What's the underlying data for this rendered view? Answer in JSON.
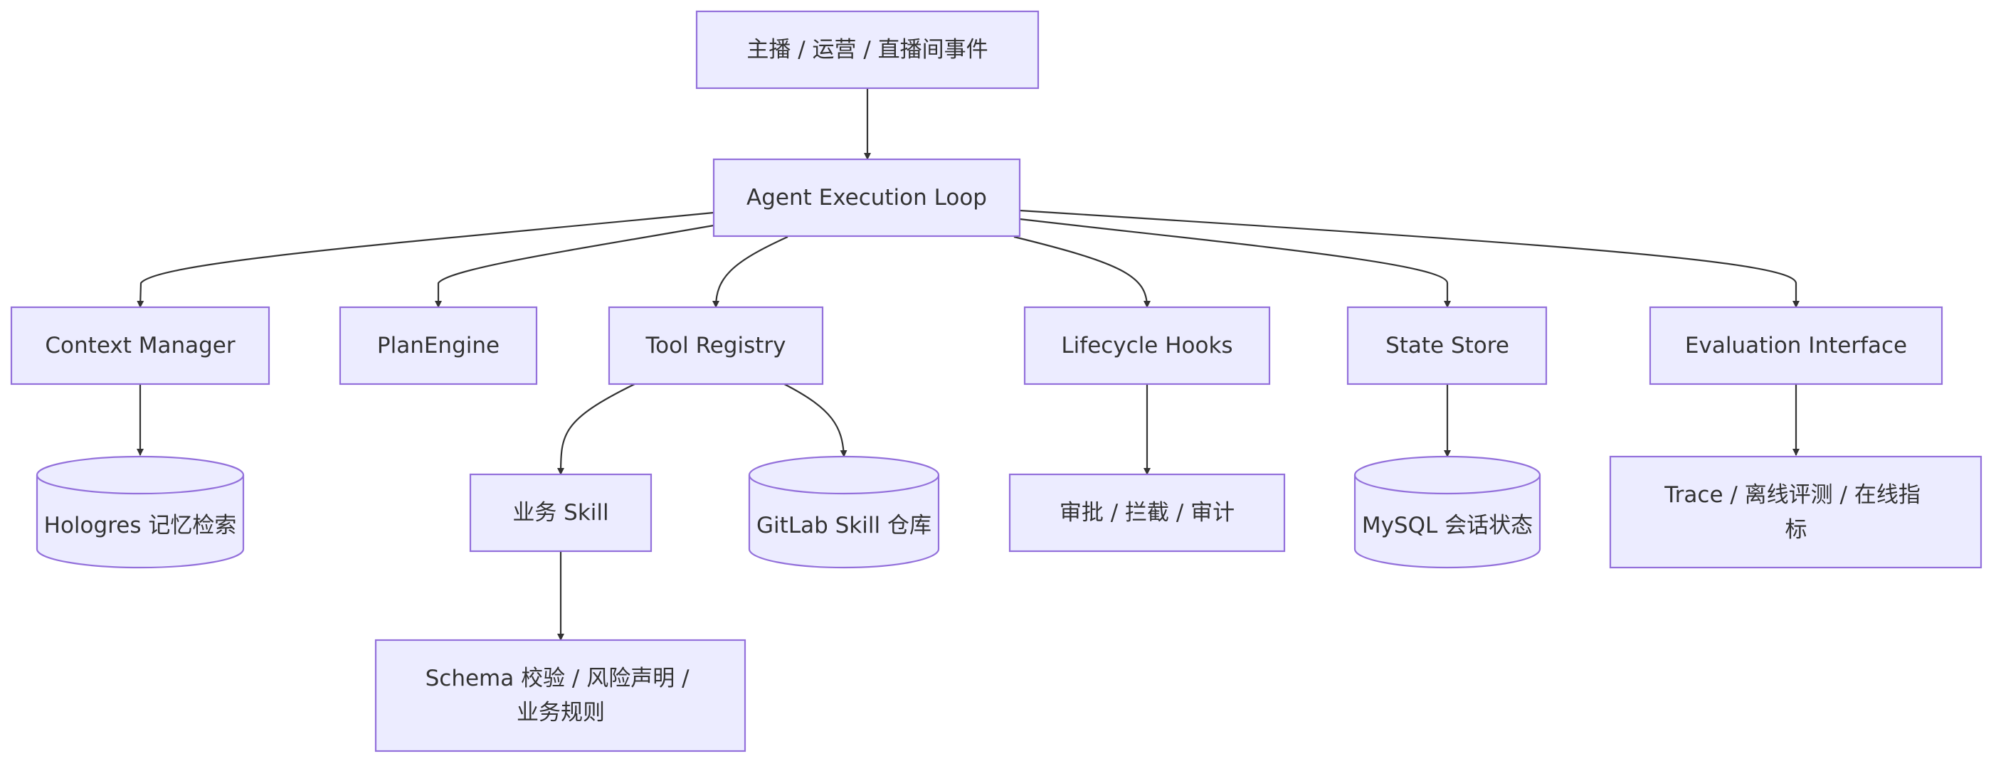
{
  "nodes": [
    {
      "id": "events",
      "lines": [
        "主播 / 运营 / 直播间事件"
      ]
    },
    {
      "id": "loop",
      "lines": [
        "Agent Execution Loop"
      ]
    },
    {
      "id": "context",
      "lines": [
        "Context Manager"
      ]
    },
    {
      "id": "plan",
      "lines": [
        "PlanEngine"
      ]
    },
    {
      "id": "tools",
      "lines": [
        "Tool Registry"
      ]
    },
    {
      "id": "hooks",
      "lines": [
        "Lifecycle Hooks"
      ]
    },
    {
      "id": "state",
      "lines": [
        "State Store"
      ]
    },
    {
      "id": "eval",
      "lines": [
        "Evaluation Interface"
      ]
    },
    {
      "id": "hologres",
      "lines": [
        "Hologres 记忆检索"
      ]
    },
    {
      "id": "skill",
      "lines": [
        "业务 Skill"
      ]
    },
    {
      "id": "gitlab",
      "lines": [
        "GitLab Skill 仓库"
      ]
    },
    {
      "id": "approve",
      "lines": [
        "审批 / 拦截 / 审计"
      ]
    },
    {
      "id": "mysql",
      "lines": [
        "MySQL 会话状态"
      ]
    },
    {
      "id": "trace",
      "lines": [
        "Trace / 离线评测 / 在线指",
        "标"
      ]
    },
    {
      "id": "schema",
      "lines": [
        "Schema 校验 / 风险声明 /",
        "业务规则"
      ]
    }
  ],
  "edges": [
    {
      "from": "events",
      "to": "loop"
    },
    {
      "from": "loop",
      "to": "context"
    },
    {
      "from": "loop",
      "to": "plan"
    },
    {
      "from": "loop",
      "to": "tools"
    },
    {
      "from": "loop",
      "to": "hooks"
    },
    {
      "from": "loop",
      "to": "state"
    },
    {
      "from": "loop",
      "to": "eval"
    },
    {
      "from": "context",
      "to": "hologres"
    },
    {
      "from": "tools",
      "to": "skill"
    },
    {
      "from": "tools",
      "to": "gitlab"
    },
    {
      "from": "hooks",
      "to": "approve"
    },
    {
      "from": "state",
      "to": "mysql"
    },
    {
      "from": "eval",
      "to": "trace"
    },
    {
      "from": "skill",
      "to": "schema"
    }
  ],
  "colors": {
    "node_fill": "#ececff",
    "node_stroke": "#9370db",
    "edge": "#333333",
    "text": "#333333"
  }
}
